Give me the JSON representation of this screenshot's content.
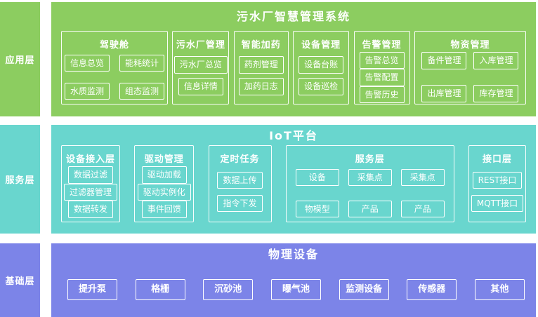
{
  "palette": {
    "application_layer_green": "#8ccd60",
    "service_layer_teal": "#69d6ce",
    "base_layer_purple": "#7c84e8",
    "text": "#ffffff"
  },
  "layers": [
    {
      "side_label": "应用层",
      "title": "污水厂智慧管理系统",
      "groups": [
        {
          "title": "驾驶舱",
          "items": [
            "信息总览",
            "能耗统计",
            "水质监测",
            "组态监测"
          ]
        },
        {
          "title": "污水厂管理",
          "items": [
            "污水厂总览",
            "信息详情"
          ]
        },
        {
          "title": "智能加药",
          "items": [
            "药剂管理",
            "加药日志"
          ]
        },
        {
          "title": "设备管理",
          "items": [
            "设备台账",
            "设备巡检"
          ]
        },
        {
          "title": "告警管理",
          "items": [
            "告警总览",
            "告警配置",
            "告警历史"
          ]
        },
        {
          "title": "物资管理",
          "items": [
            "备件管理",
            "入库管理",
            "出库管理",
            "库存管理"
          ]
        }
      ]
    },
    {
      "side_label": "服务层",
      "title": "IoT平台",
      "groups": [
        {
          "title": "设备接入层",
          "items": [
            "数据过滤",
            "过滤器管理",
            "数据转发"
          ]
        },
        {
          "title": "驱动管理",
          "items": [
            "驱动加载",
            "驱动实例化",
            "事件回馈"
          ]
        },
        {
          "title": "定时任务",
          "items": [
            "数据上传",
            "指令下发"
          ]
        },
        {
          "title": "服务层",
          "items": [
            "设备",
            "采集点",
            "采集点",
            "物模型",
            "产品",
            "产品"
          ]
        },
        {
          "title": "接口层",
          "items": [
            "REST接口",
            "MQTT接口"
          ]
        }
      ]
    },
    {
      "side_label": "基础层",
      "title": "物理设备",
      "items": [
        "提升泵",
        "格栅",
        "沉砂池",
        "曝气池",
        "监测设备",
        "传感器",
        "其他"
      ]
    }
  ]
}
